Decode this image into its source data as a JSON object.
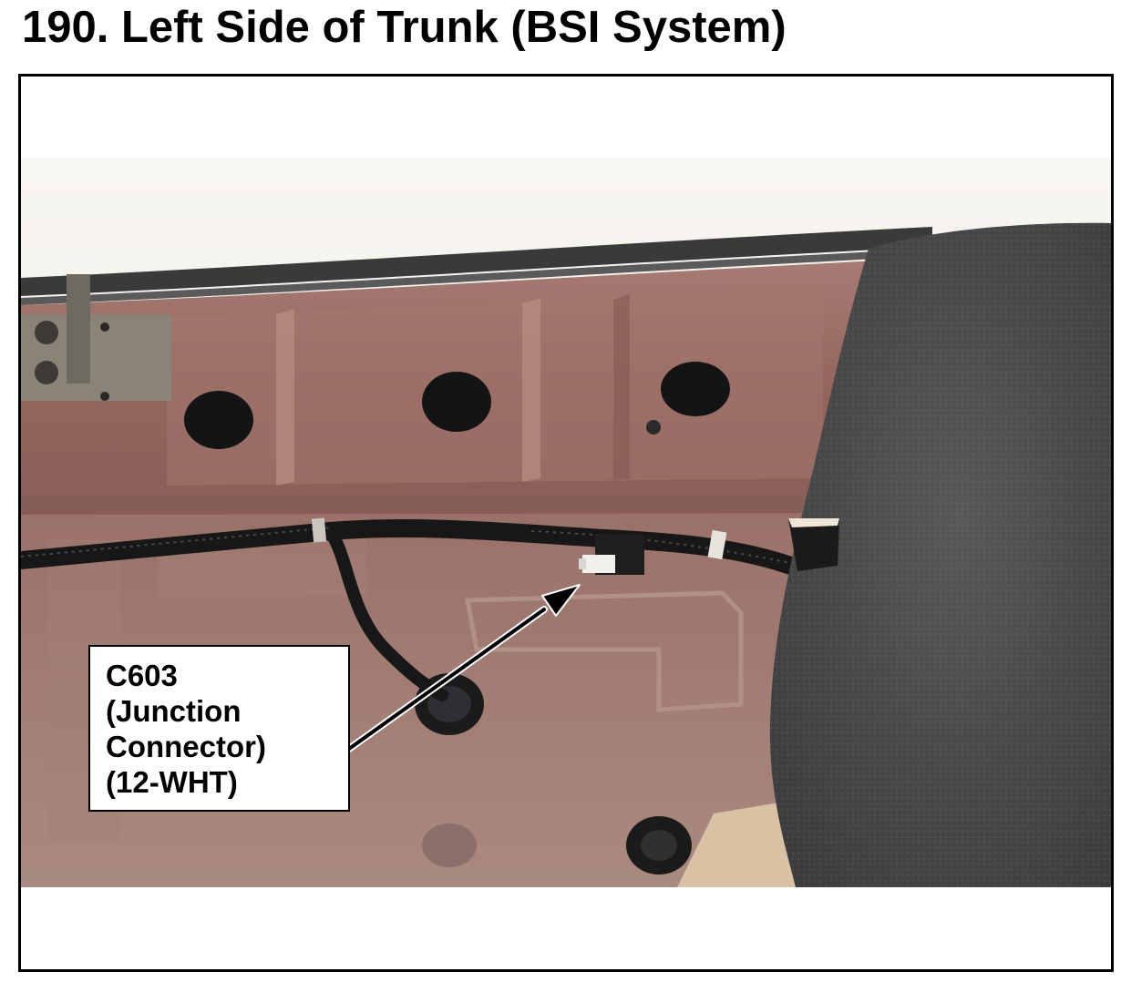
{
  "title": "190.  Left Side of Trunk (BSI System)",
  "callout": {
    "lines": [
      "C603",
      "(Junction",
      "Connector)",
      "(12-WHT)"
    ]
  },
  "icons": {
    "leader_arrow": "arrow-icon"
  },
  "colors": {
    "body_panel": "#9c6f67",
    "carpet": "#4a4a4c",
    "harness": "#1a1a1a",
    "ceiling": "#f3f0ea",
    "frame": "#000000"
  }
}
